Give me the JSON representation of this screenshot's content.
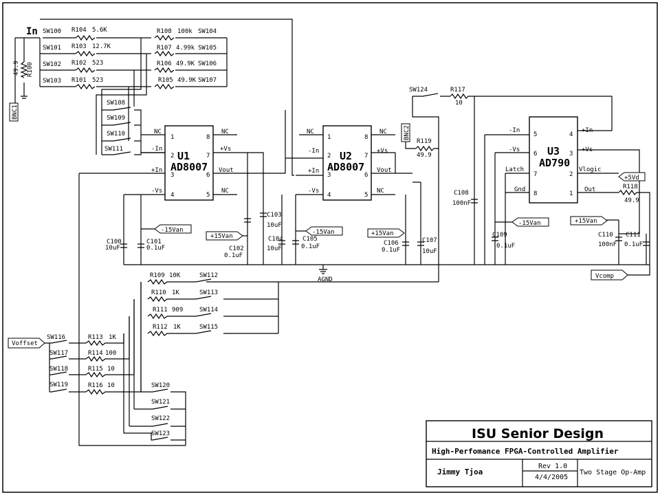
{
  "input_label": "In",
  "bnc1": "BNC1",
  "bnc2": "BNC2",
  "agnd": "AGND",
  "ics": [
    {
      "ref": "U1",
      "part": "AD8007",
      "pins": [
        "NC",
        "1",
        "-In",
        "2",
        "+In",
        "3",
        "-Vs",
        "4",
        "8",
        "NC",
        "7",
        "+Vs",
        "6",
        "Vout",
        "5",
        "NC"
      ]
    },
    {
      "ref": "U2",
      "part": "AD8007",
      "pins": [
        "NC",
        "1",
        "-In",
        "2",
        "+In",
        "3",
        "-Vs",
        "4",
        "8",
        "NC",
        "7",
        "+Vs",
        "6",
        "Vout",
        "5",
        "NC"
      ]
    },
    {
      "ref": "U3",
      "part": "AD790",
      "pins": [
        "-In",
        "5",
        "-Vs",
        "6",
        "Latch",
        "7",
        "Gnd",
        "8",
        "4",
        "+In",
        "3",
        "+Vs",
        "2",
        "Vlogic",
        "1",
        "Out"
      ]
    }
  ],
  "resistors": [
    {
      "ref": "R104",
      "value": "5.6K"
    },
    {
      "ref": "R103",
      "value": "12.7K"
    },
    {
      "ref": "R102",
      "value": "523"
    },
    {
      "ref": "R101",
      "value": "523"
    },
    {
      "ref": "R108",
      "value": "100k"
    },
    {
      "ref": "R107",
      "value": "4.99k"
    },
    {
      "ref": "R106",
      "value": "49.9K"
    },
    {
      "ref": "R105",
      "value": "49.9K"
    },
    {
      "ref": "R100",
      "value": "49.9"
    },
    {
      "ref": "R117",
      "value": "10"
    },
    {
      "ref": "R119",
      "value": "49.9"
    },
    {
      "ref": "R118",
      "value": "49.9"
    },
    {
      "ref": "R109",
      "value": "10K"
    },
    {
      "ref": "R110",
      "value": "1K"
    },
    {
      "ref": "R111",
      "value": "909"
    },
    {
      "ref": "R112",
      "value": "1K"
    },
    {
      "ref": "R113",
      "value": "1K"
    },
    {
      "ref": "R114",
      "value": "100"
    },
    {
      "ref": "R115",
      "value": "10"
    },
    {
      "ref": "R116",
      "value": "10"
    }
  ],
  "switches": [
    "SW100",
    "SW101",
    "SW102",
    "SW103",
    "SW104",
    "SW105",
    "SW106",
    "SW107",
    "SW108",
    "SW109",
    "SW110",
    "SW111",
    "SW124",
    "SW112",
    "SW113",
    "SW114",
    "SW115",
    "SW116",
    "SW117",
    "SW118",
    "SW119",
    "SW120",
    "SW121",
    "SW122",
    "SW123"
  ],
  "capacitors": [
    {
      "ref": "C100",
      "value": "10uF"
    },
    {
      "ref": "C101",
      "value": "0.1uF"
    },
    {
      "ref": "C102",
      "value": "0.1uF"
    },
    {
      "ref": "C103",
      "value": "10uF"
    },
    {
      "ref": "C104",
      "value": "10uF"
    },
    {
      "ref": "C105",
      "value": "0.1uF"
    },
    {
      "ref": "C106",
      "value": "0.1uF"
    },
    {
      "ref": "C107",
      "value": "10uF"
    },
    {
      "ref": "C108",
      "value": "100nF"
    },
    {
      "ref": "C109",
      "value": "0.1uF"
    },
    {
      "ref": "C110",
      "value": "100nF"
    },
    {
      "ref": "C111",
      "value": "0.1uF"
    }
  ],
  "nets": {
    "neg15": "-15Van",
    "pos15": "+15Van",
    "pos5": "+5Vd",
    "voffset": "Voffset",
    "vcomp": "Vcomp"
  },
  "title_block": {
    "org": "ISU Senior Design",
    "project": "High-Perfomance FPGA-Controlled Amplifier",
    "author": "Jimmy Tjoa",
    "rev": "Rev 1.0",
    "date": "4/4/2005",
    "sheet": "Two Stage Op-Amp"
  }
}
